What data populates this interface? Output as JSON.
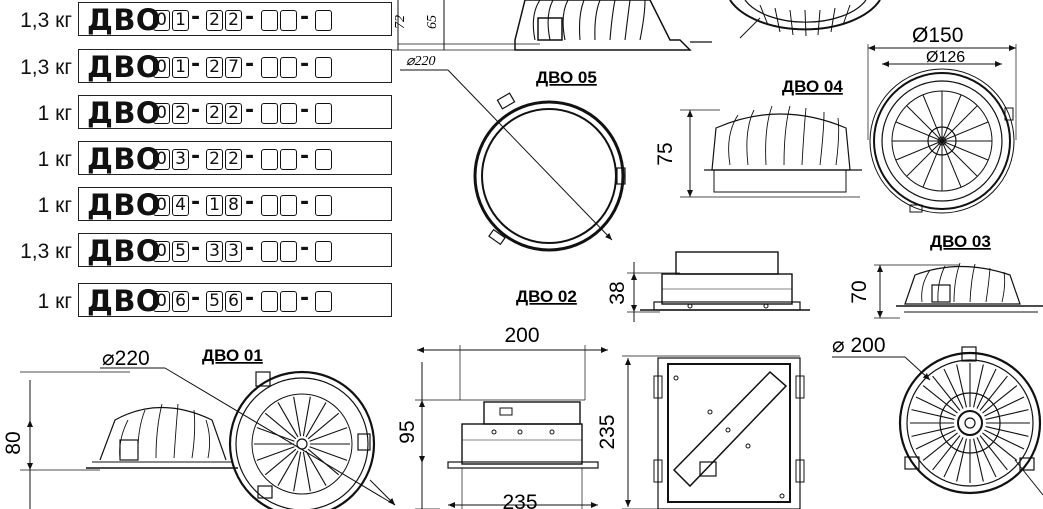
{
  "code_rows": [
    {
      "weight": "1,3 кг",
      "prefix": "ДВО",
      "group1": [
        "0",
        "1"
      ],
      "group2": [
        "2",
        "2"
      ]
    },
    {
      "weight": "1,3 кг",
      "prefix": "ДВО",
      "group1": [
        "0",
        "1"
      ],
      "group2": [
        "2",
        "7"
      ]
    },
    {
      "weight": "1 кг",
      "prefix": "ДВО",
      "group1": [
        "0",
        "2"
      ],
      "group2": [
        "2",
        "2"
      ]
    },
    {
      "weight": "1 кг",
      "prefix": "ДВО",
      "group1": [
        "0",
        "3"
      ],
      "group2": [
        "2",
        "2"
      ]
    },
    {
      "weight": "1 кг",
      "prefix": "ДВО",
      "group1": [
        "0",
        "4"
      ],
      "group2": [
        "1",
        "8"
      ]
    },
    {
      "weight": "1,3 кг",
      "prefix": "ДВО",
      "group1": [
        "0",
        "5"
      ],
      "group2": [
        "3",
        "3"
      ]
    },
    {
      "weight": "1 кг",
      "prefix": "ДВО",
      "group1": [
        "0",
        "6"
      ],
      "group2": [
        "5",
        "6"
      ]
    }
  ],
  "labels": {
    "dvo01": "ДВО 01",
    "dvo02": "ДВО 02",
    "dvo03": "ДВО 03",
    "dvo04": "ДВО 04",
    "dvo05": "ДВО 05"
  },
  "dimensions": {
    "d01_diam": "220",
    "d01_height": "80",
    "d06_height_a": "72",
    "d06_height_b": "65",
    "d05_diam": "220",
    "d04_height": "75",
    "d04_diam_outer": "Ø150",
    "d04_diam_inner": "Ø126",
    "d03_height": "70",
    "d03_diam": "200",
    "d02_height": "38",
    "sq_width": "200",
    "sq_height": "95",
    "sq_base": "235",
    "sq_side": "235"
  },
  "glyphs": {
    "diameter": "⌀"
  }
}
